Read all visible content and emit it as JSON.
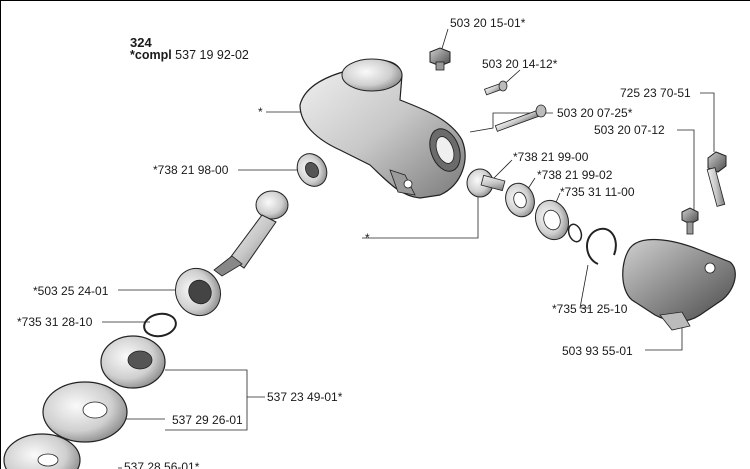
{
  "figure": {
    "number": "324",
    "compl_prefix": "*compl",
    "compl_part": "537 19 92-02"
  },
  "parts": [
    {
      "id": "p1",
      "label": "503 20 15-01*"
    },
    {
      "id": "p2",
      "label": "503 20 14-12*"
    },
    {
      "id": "p3",
      "label": "503 20 07-25*"
    },
    {
      "id": "p4",
      "label": "725 23 70-51"
    },
    {
      "id": "p5",
      "label": "503 20 07-12"
    },
    {
      "id": "p6",
      "label": "*738 21 99-00"
    },
    {
      "id": "p7",
      "label": "*738 21 99-02"
    },
    {
      "id": "p8",
      "label": "*735 31 11-00"
    },
    {
      "id": "p9",
      "label": "*735 31 25-10"
    },
    {
      "id": "p10",
      "label": "503 93 55-01"
    },
    {
      "id": "p11",
      "label": "*738 21 98-00"
    },
    {
      "id": "p12",
      "label": "*"
    },
    {
      "id": "p13",
      "label": "*"
    },
    {
      "id": "p14",
      "label": "*503 25 24-01"
    },
    {
      "id": "p15",
      "label": "*735 31 28-10"
    },
    {
      "id": "p16",
      "label": "537 23 49-01*"
    },
    {
      "id": "p17",
      "label": "537 29 26-01"
    },
    {
      "id": "p18",
      "label": "537 28 56-01*"
    }
  ]
}
